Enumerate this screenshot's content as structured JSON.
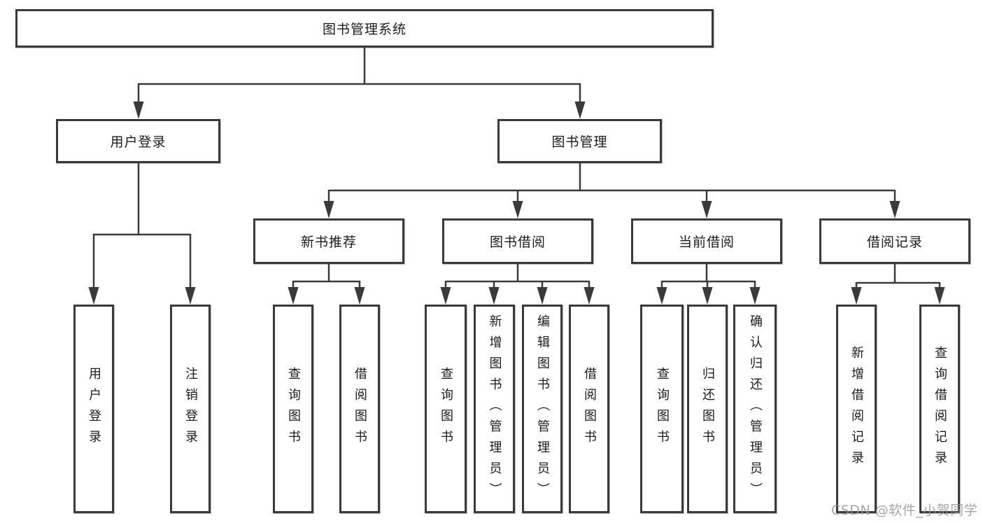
{
  "diagram": {
    "type": "tree",
    "root": {
      "label": "图书管理系统"
    },
    "branches": [
      {
        "label": "用户登录",
        "children": [
          {
            "label": "用户登录"
          },
          {
            "label": "注销登录"
          }
        ]
      },
      {
        "label": "图书管理",
        "children": [
          {
            "label": "新书推荐",
            "children": [
              {
                "label": "查询图书"
              },
              {
                "label": "借阅图书"
              }
            ]
          },
          {
            "label": "图书借阅",
            "children": [
              {
                "label": "查询图书"
              },
              {
                "label": "新增图书（管理员）"
              },
              {
                "label": "编辑图书（管理员）"
              },
              {
                "label": "借阅图书"
              }
            ]
          },
          {
            "label": "当前借阅",
            "children": [
              {
                "label": "查询图书"
              },
              {
                "label": "归还图书"
              },
              {
                "label": "确认归还（管理员）"
              }
            ]
          },
          {
            "label": "借阅记录",
            "children": [
              {
                "label": "新增借阅记录"
              },
              {
                "label": "查询借阅记录"
              }
            ]
          }
        ]
      }
    ]
  },
  "watermark": "CSDN @软件_小贺同学",
  "colors": {
    "line": "#3a3a3a",
    "box_border": "#3a3a3a",
    "box_fill": "#ffffff",
    "text": "#1b1b1b",
    "watermark": "#a8a8a8"
  }
}
